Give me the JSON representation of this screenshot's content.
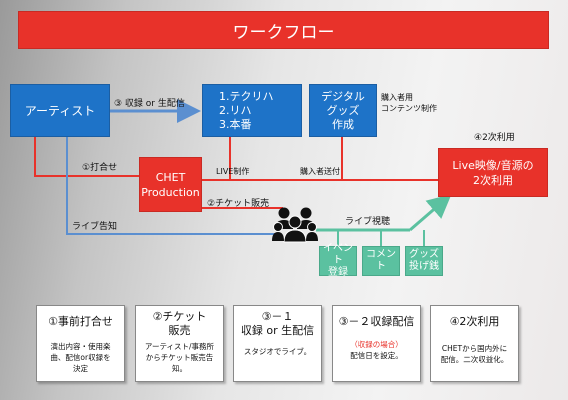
{
  "title": "ワークフロー",
  "nodes": {
    "artist": "アーティスト",
    "rec_list": [
      "1.テクリハ",
      "2.リハ",
      "3.本番"
    ],
    "digital_goods": [
      "デジタル",
      "グッズ",
      "作成"
    ],
    "content_production": [
      "購入者用",
      "コンテンツ制作"
    ],
    "chet": [
      "CHET",
      "Production"
    ],
    "live_video": [
      "Live映像/音源の",
      "2次利用"
    ],
    "event_login": [
      "イベント",
      "登録"
    ],
    "comment": "コメント",
    "goods_tip": [
      "グッズ",
      "投げ銭"
    ]
  },
  "labels": {
    "recording_delivery": "③ 収録 or 生配信",
    "meeting": "①打合せ",
    "live_production": "LIVE制作",
    "buyer_delivery": "購入者送付",
    "secondary_use": "④2次利用",
    "ticket_sales": "②チケット販売",
    "live_notice": "ライブ告知",
    "live_viewing": "ライブ視聴"
  },
  "cards": [
    {
      "heading": [
        "①事前打合せ"
      ],
      "body": [
        "演出内容・使用楽",
        "曲、配信or収録を",
        "決定"
      ],
      "note": ""
    },
    {
      "heading": [
        "②チケット",
        "販売"
      ],
      "body": [
        "アーティスト/事務所",
        "からチケット販売告",
        "知。"
      ],
      "note": ""
    },
    {
      "heading": [
        "③－１",
        "収録 or 生配信"
      ],
      "body": [
        "スタジオでライブ。"
      ],
      "note": ""
    },
    {
      "heading": [
        "③－２収録配信"
      ],
      "body": [
        "配信日を設定。"
      ],
      "note": "（収録の場合）"
    },
    {
      "heading": [
        "④2次利用"
      ],
      "body": [
        "CHETから国内外に",
        "配信。二次収益化。"
      ],
      "note": ""
    }
  ],
  "colors": {
    "red": "#e8322a",
    "blue": "#1e73c8",
    "green": "#5bc1a0",
    "line_blue": "#5b8fd0"
  },
  "icons": [
    "audience-group-icon"
  ]
}
